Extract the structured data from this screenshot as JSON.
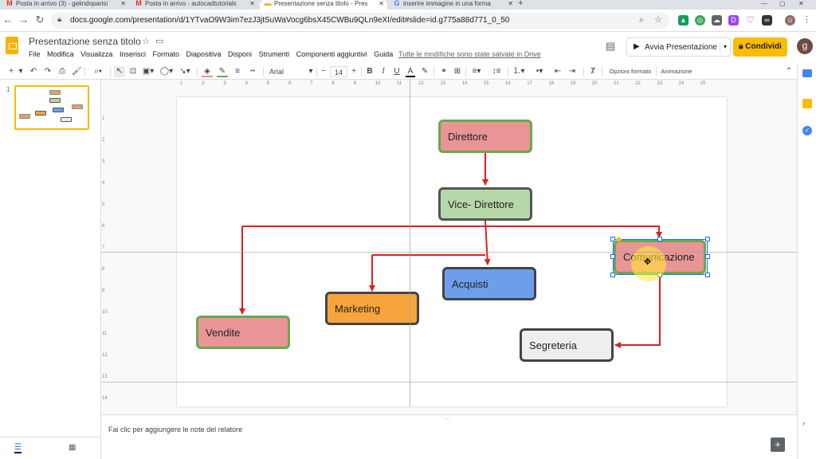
{
  "browser": {
    "tabs": [
      {
        "label": "Posta in arrivo (3) - gelindoparisi",
        "icon": "gmail-icon",
        "active": false
      },
      {
        "label": "Posta in arrivo - autocadtutorials",
        "icon": "gmail-icon",
        "active": false
      },
      {
        "label": "Presentazione senza titolo - Pres",
        "icon": "slides-icon",
        "active": true
      },
      {
        "label": "inserire immagine in una forma",
        "icon": "google-icon",
        "active": false
      }
    ],
    "url": "docs.google.com/presentation/d/1YTvaO9W3im7ezJ3jtSuWaVocg6bsX45CWBu9QLn9eXI/edit#slide=id.g775a88d771_0_50"
  },
  "app": {
    "title": "Presentazione senza titolo",
    "menus": [
      "File",
      "Modifica",
      "Visualizza",
      "Inserisci",
      "Formato",
      "Diapositiva",
      "Disponi",
      "Strumenti",
      "Componenti aggiuntivi",
      "Guida"
    ],
    "save_status": "Tutte le modifiche sono state salvate in Drive",
    "present_label": "Avvia Presentazione",
    "share_label": "Condividi",
    "avatar_letter": "g"
  },
  "toolbar": {
    "font": "Arial",
    "font_size": "14",
    "format_options": "Opzioni formato",
    "animation": "Animazione"
  },
  "filmstrip": {
    "slide_number": "1"
  },
  "ruler": {
    "h": [
      "1",
      "2",
      "3",
      "4",
      "5",
      "6",
      "7",
      "8",
      "9",
      "10",
      "11",
      "12",
      "13",
      "14",
      "15",
      "16",
      "17",
      "18",
      "19",
      "20",
      "21",
      "22",
      "23",
      "24",
      "25"
    ],
    "v": [
      "1",
      "2",
      "3",
      "4",
      "5",
      "6",
      "7",
      "8",
      "9",
      "10",
      "11",
      "12",
      "13",
      "14"
    ]
  },
  "slide": {
    "boxes": [
      {
        "key": "direttore",
        "label": "Direttore",
        "fill": "#e99595",
        "border": "#6aa84f"
      },
      {
        "key": "vice",
        "label": "Vice- Direttore",
        "fill": "#b6d7a8",
        "border": "#555555"
      },
      {
        "key": "comunicazione",
        "label": "Comunicazione",
        "fill": "#e99595",
        "border": "#6aa84f"
      },
      {
        "key": "acquisti",
        "label": "Acquisti",
        "fill": "#6d9eeb",
        "border": "#444444"
      },
      {
        "key": "marketing",
        "label": "Marketing",
        "fill": "#f6a53c",
        "border": "#444444"
      },
      {
        "key": "vendite",
        "label": "Vendite",
        "fill": "#e99595",
        "border": "#6aa84f"
      },
      {
        "key": "segreteria",
        "label": "Segreteria",
        "fill": "#eeeeee",
        "border": "#444444"
      }
    ],
    "connector_color": "#d92121"
  },
  "speaker_notes": "Fai clic per aggiungere le note del relatore"
}
